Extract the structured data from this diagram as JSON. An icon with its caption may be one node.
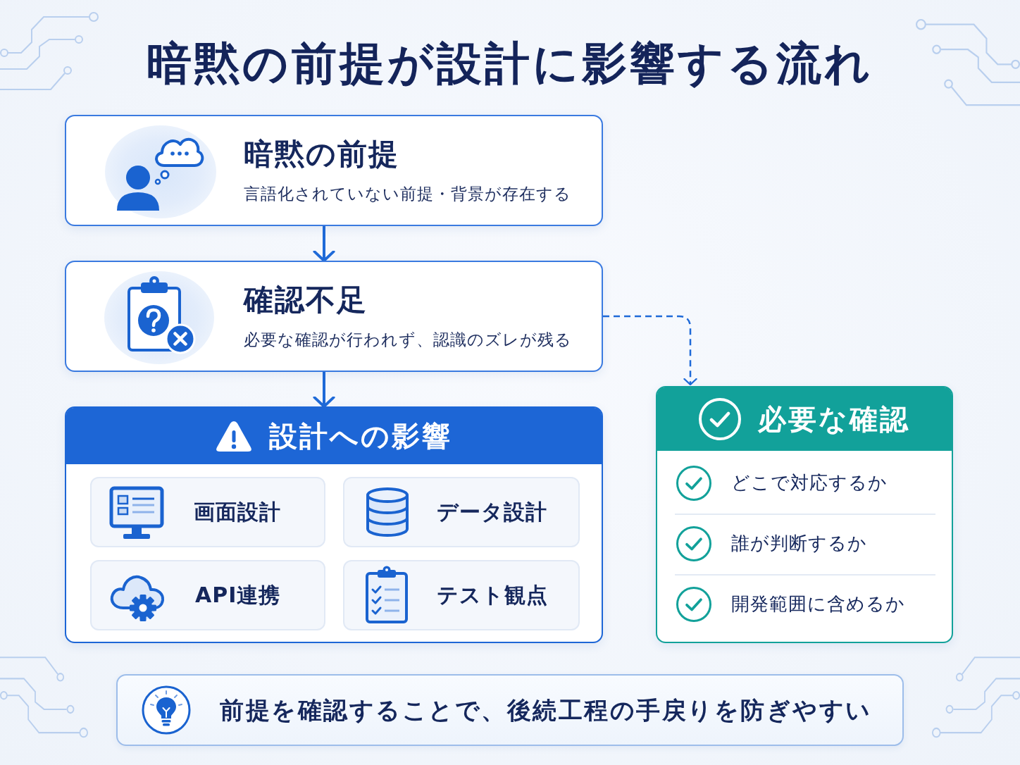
{
  "diagram": {
    "title": "暗黙の前提が設計に影響する流れ",
    "nodes": [
      {
        "text": [
          "暗黙の前提",
          "言語化されていない前提・背景が存在する"
        ]
      },
      {
        "text": [
          "確認不足",
          "必要な確認が行われず、認識のズレが残る"
        ]
      },
      {
        "text": [
          "設計への影響"
        ]
      },
      {
        "text": [
          "画面設計"
        ],
        "in": 2
      },
      {
        "text": [
          "データ設計"
        ],
        "in": 2
      },
      {
        "text": [
          "API連携"
        ],
        "in": 2
      },
      {
        "text": [
          "テスト観点"
        ],
        "in": 2
      },
      {
        "text": [
          "必要な確認",
          "どこで対応するか",
          "誰が判断するか",
          "開発範囲に含めるか"
        ]
      },
      {
        "text": [
          "前提を確認することで、後続工程の手戻りを防ぎやすい"
        ]
      }
    ],
    "edges": [
      {
        "from": 0,
        "to": 1,
        "arrow": "to"
      },
      {
        "from": 1,
        "to": 2,
        "arrow": "to"
      },
      {
        "from": 1,
        "to": 7,
        "arrow": "to",
        "style": "dashed"
      }
    ]
  }
}
